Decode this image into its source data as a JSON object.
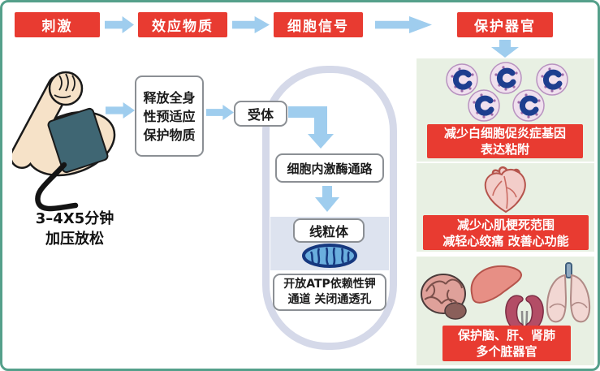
{
  "flow": {
    "steps": [
      {
        "label": "刺激"
      },
      {
        "label": "效应物质"
      },
      {
        "label": "细胞信号"
      },
      {
        "label": "保护器官"
      }
    ]
  },
  "stimulus": {
    "caption_line1": "3–4X5分钟",
    "caption_line2": "加压放松"
  },
  "release_box": {
    "line1": "释放全身",
    "line2": "性预适应",
    "line3": "保护物质"
  },
  "cell": {
    "receptor_label": "受体",
    "kinase_label": "细胞内激酶通路",
    "mitochondria_label": "线粒体",
    "channel_line1": "开放ATP依赖性钾",
    "channel_line2": "通道 关闭通透孔"
  },
  "outcomes": [
    {
      "id": "leukocytes",
      "line1": "减少白细胞促炎症基因",
      "line2": "表达粘附"
    },
    {
      "id": "heart",
      "line1": "减少心肌梗死范围",
      "line2": "减轻心绞痛 改善心功能"
    },
    {
      "id": "organs",
      "line1": "保护脑、肝、肾肺",
      "line2": "多个脏器官"
    }
  ],
  "icons": {
    "arm": "arm-with-bp-cuff-icon",
    "leukocyte": "white-blood-cell-icon",
    "heart": "heart-icon",
    "brain": "brain-icon",
    "liver": "liver-icon",
    "kidneys": "kidneys-icon",
    "lungs": "lungs-icon",
    "mitochondria": "mitochondria-icon"
  },
  "colors": {
    "accent_red": "#e83b31",
    "arrow_blue": "#9fcdee",
    "panel_green": "#e8f0e3",
    "capsule_lavender": "#d5d9e9",
    "frame_teal": "#55a08b",
    "cuff_teal": "#3f6673",
    "mitochondria_blue": "#6aaede",
    "mitochondria_dark": "#16387f"
  }
}
